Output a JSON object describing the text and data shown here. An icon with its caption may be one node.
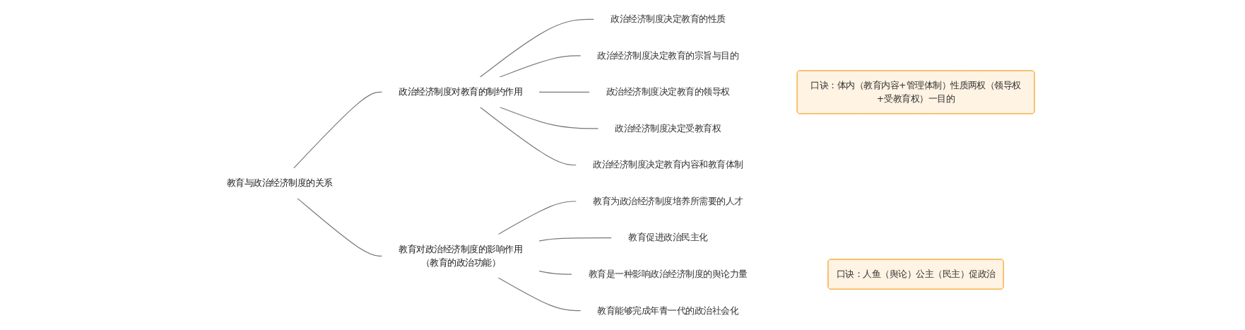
{
  "diagram": {
    "nodes": [
      {
        "text": [
          "教育与政治经济制度的关系"
        ]
      },
      {
        "text": [
          "政治经济制度对教育的制约作用"
        ]
      },
      {
        "text": [
          "政治经济制度决定教育的性质"
        ]
      },
      {
        "text": [
          "政治经济制度决定教育的宗旨与目的"
        ]
      },
      {
        "text": [
          "政治经济制度决定教育的领导权"
        ]
      },
      {
        "text": [
          "政治经济制度决定受教育权"
        ]
      },
      {
        "text": [
          "政治经济制度决定教育内容和教育体制"
        ]
      },
      {
        "text": [
          "口诀：体内（教育内容+管理体制）性质两权（领导权+受教育权）一目的"
        ]
      },
      {
        "text": [
          "教育对政治经济制度的影响作用",
          "（教育的政治功能）"
        ]
      },
      {
        "text": [
          "教育为政治经济制度培养所需要的人才"
        ]
      },
      {
        "text": [
          "教育促进政治民主化"
        ]
      },
      {
        "text": [
          "教育是一种影响政治经济制度的舆论力量"
        ]
      },
      {
        "text": [
          "教育能够完成年青一代的政治社会化"
        ]
      },
      {
        "text": [
          "口诀：人鱼（舆论）公主（民主）促政治"
        ]
      }
    ],
    "edges": [
      {
        "from": 0,
        "to": 1,
        "arrow": "none"
      },
      {
        "from": 1,
        "to": 2,
        "arrow": "none"
      },
      {
        "from": 1,
        "to": 3,
        "arrow": "none"
      },
      {
        "from": 1,
        "to": 4,
        "arrow": "none"
      },
      {
        "from": 1,
        "to": 5,
        "arrow": "none"
      },
      {
        "from": 1,
        "to": 6,
        "arrow": "none"
      },
      {
        "from": 0,
        "to": 8,
        "arrow": "none"
      },
      {
        "from": 8,
        "to": 9,
        "arrow": "none"
      },
      {
        "from": 8,
        "to": 10,
        "arrow": "none"
      },
      {
        "from": 8,
        "to": 11,
        "arrow": "none"
      },
      {
        "from": 8,
        "to": 12,
        "arrow": "none"
      }
    ]
  }
}
